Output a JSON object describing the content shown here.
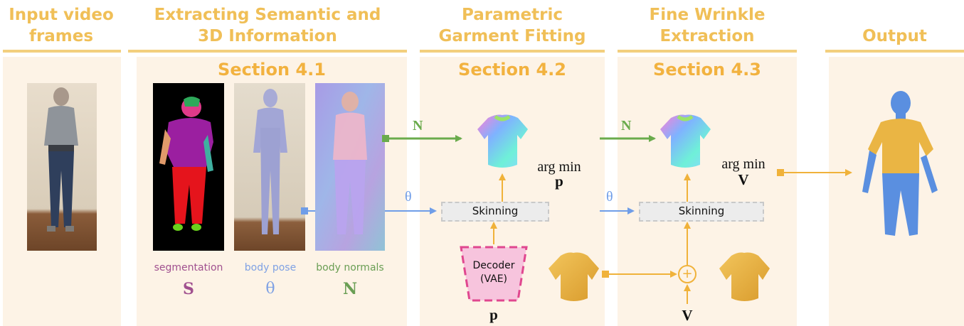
{
  "stages": [
    {
      "title_line1": "Input video",
      "title_line2": "frames"
    },
    {
      "title_line1": "Extracting Semantic and",
      "title_line2": "3D Information"
    },
    {
      "title_line1": "Parametric",
      "title_line2": "Garment Fitting"
    },
    {
      "title_line1": "Fine Wrinkle",
      "title_line2": "Extraction"
    },
    {
      "title_line1": "Output",
      "title_line2": ""
    }
  ],
  "sections": [
    "Section 4.1",
    "Section 4.2",
    "Section 4.3"
  ],
  "captions": {
    "segmentation": "segmentation",
    "body_pose": "body pose",
    "body_normals": "body normals"
  },
  "symbols": {
    "s": "S",
    "theta": "θ",
    "n": "N",
    "p": "p",
    "v": "V"
  },
  "arrow_labels": {
    "n_1": "N",
    "theta_1": "θ",
    "n_2": "N",
    "theta_2": "θ"
  },
  "objectives": {
    "fit_line1": "arg min",
    "fit_line2": "p",
    "wrinkle_line1": "arg min",
    "wrinkle_line2": "V"
  },
  "skinning_label": "Skinning",
  "decoder": {
    "line1": "Decoder",
    "line2": "(VAE)"
  },
  "plus_symbol": "+",
  "colors": {
    "title": "#f0bf57",
    "section": "#f2b23f",
    "panel": "#fdf3e6",
    "green_arrow": "#6aab4c",
    "blue_arrow": "#6f9de8",
    "orange_arrow": "#f0b23a",
    "segmentation_text": "#a0508f",
    "pose_text": "#7fa1e4",
    "normals_text": "#6a9e54",
    "decoder_fill": "#f7c4dd",
    "decoder_border": "#e0478f"
  }
}
